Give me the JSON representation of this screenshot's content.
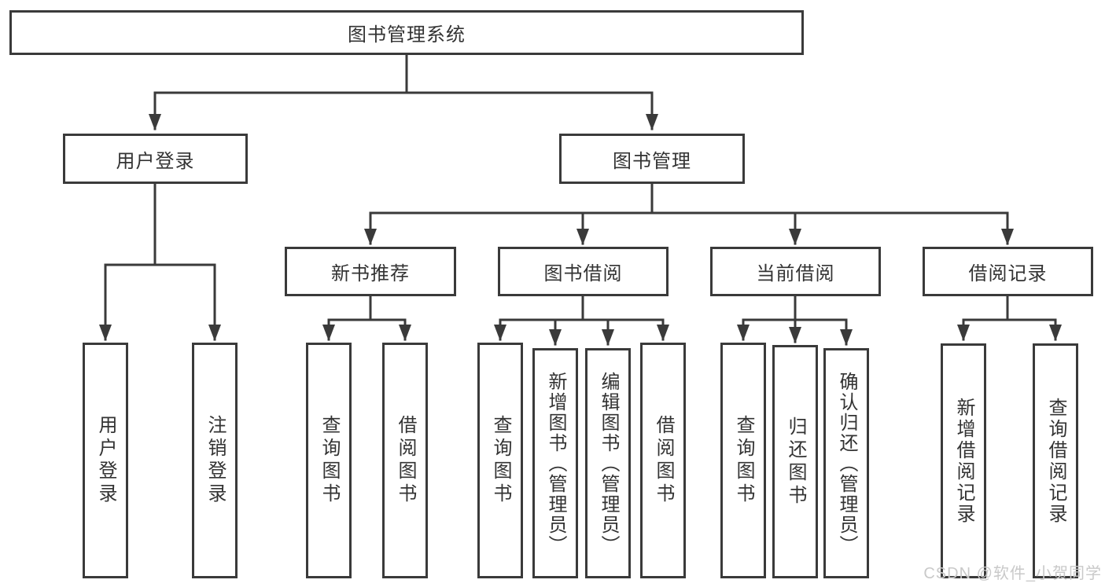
{
  "diagram": {
    "type": "tree",
    "root": {
      "label": "图书管理系统",
      "children": [
        {
          "label": "用户登录",
          "children": [
            {
              "label": "用户登录"
            },
            {
              "label": "注销登录"
            }
          ]
        },
        {
          "label": "图书管理",
          "children": [
            {
              "label": "新书推荐",
              "children": [
                {
                  "label": "查询图书"
                },
                {
                  "label": "借阅图书"
                }
              ]
            },
            {
              "label": "图书借阅",
              "children": [
                {
                  "label": "查询图书"
                },
                {
                  "label": "新增图书（管理员）"
                },
                {
                  "label": "编辑图书（管理员）"
                },
                {
                  "label": "借阅图书"
                }
              ]
            },
            {
              "label": "当前借阅",
              "children": [
                {
                  "label": "查询图书"
                },
                {
                  "label": "归还图书"
                },
                {
                  "label": "确认归还（管理员）"
                }
              ]
            },
            {
              "label": "借阅记录",
              "children": [
                {
                  "label": "新增借阅记录"
                },
                {
                  "label": "查询借阅记录"
                }
              ]
            }
          ]
        }
      ]
    },
    "colors": {
      "line": "#3a3a3a",
      "box_border": "#3a3a3a",
      "box_fill": "#ffffff",
      "text": "#333333",
      "watermark": "#c9c9c9"
    }
  },
  "watermark": {
    "text": "CSDN @软件_小贺同学"
  }
}
